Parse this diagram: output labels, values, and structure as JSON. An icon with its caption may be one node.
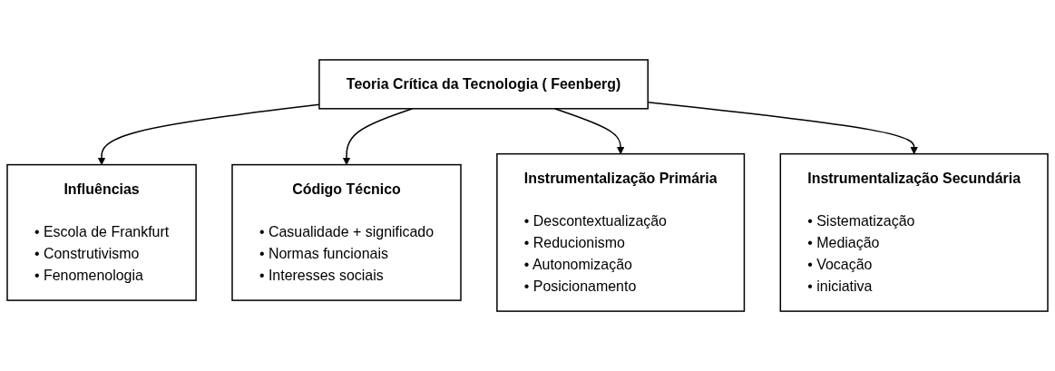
{
  "diagram": {
    "nodes": [
      {
        "text": [
          "Teoria Crítica da Tecnologia ( Feenberg)"
        ]
      },
      {
        "text": [
          "Influências",
          "• Escola de Frankfurt",
          "• Construtivismo",
          "• Fenomenologia"
        ]
      },
      {
        "text": [
          "Código Técnico",
          "• Casualidade + significado",
          "• Normas funcionais",
          "• Interesses sociais"
        ]
      },
      {
        "text": [
          "Instrumentalização Primária",
          "• Descontextualização",
          "• Reducionismo",
          "• Autonomização",
          "• Posicionamento"
        ]
      },
      {
        "text": [
          "Instrumentalização Secundária",
          "• Sistematização",
          "• Mediação",
          "• Vocação",
          "• iniciativa"
        ]
      }
    ],
    "edges": [
      {
        "from": 0,
        "to": 1,
        "arrow": "to"
      },
      {
        "from": 0,
        "to": 2,
        "arrow": "to"
      },
      {
        "from": 0,
        "to": 3,
        "arrow": "to"
      },
      {
        "from": 0,
        "to": 4,
        "arrow": "to"
      }
    ]
  }
}
